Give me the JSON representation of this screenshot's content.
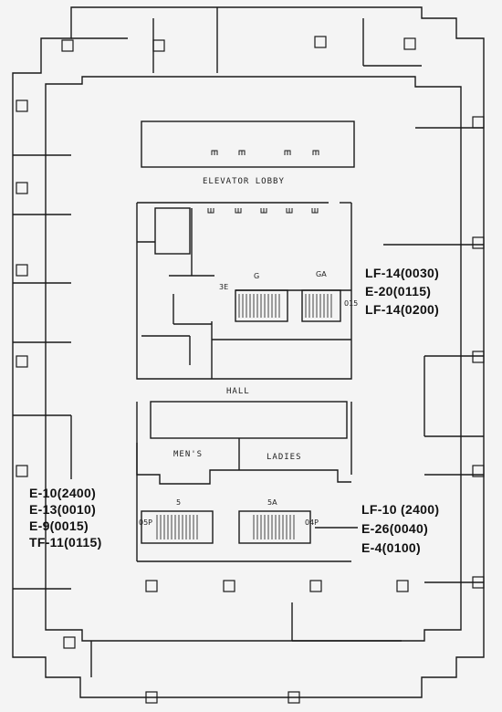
{
  "rooms": {
    "elevator_lobby": "ELEVATOR LOBBY",
    "hall": "HALL",
    "mens": "MEN'S",
    "ladies": "LADIES"
  },
  "stair_tags": {
    "top_left": "G",
    "top_right": "GA",
    "bottom_left": "5",
    "bottom_right": "5A"
  },
  "riser_tags": {
    "top_left": "3E",
    "top_right": "015",
    "bottom_left": "05P",
    "bottom_right": "04P"
  },
  "labels_right_top": [
    "LF-14(0030)",
    "E-20(0115)",
    "LF-14(0200)"
  ],
  "labels_left": [
    "E-10(2400)",
    "E-13(0010)",
    "E-9(0015)",
    "TF-11(0115)"
  ],
  "labels_right_bottom": [
    "LF-10 (2400)",
    "E-26(0040)",
    "E-4(0100)"
  ]
}
